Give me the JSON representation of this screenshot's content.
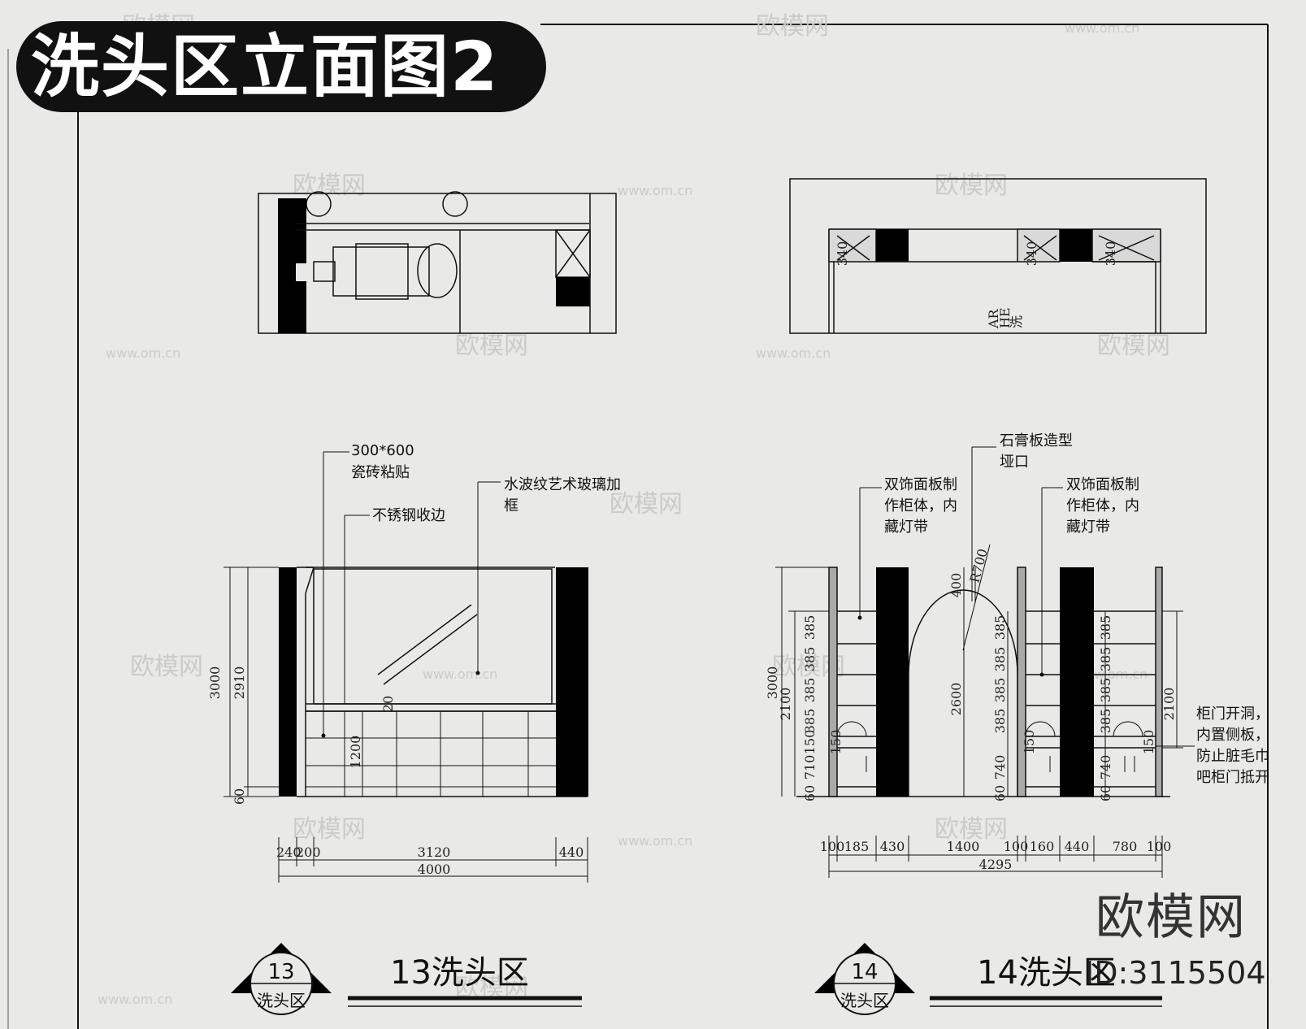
{
  "title": "洗头区立面图2",
  "watermark": {
    "brand": "欧模网",
    "url": "www.om.cn",
    "id_label": "ID:3115504"
  },
  "views": [
    {
      "number": "13",
      "area": "洗头区",
      "caption": "13洗头区",
      "annotations": [
        "300*600",
        "瓷砖粘贴",
        "不锈钢收边",
        "水波纹艺术玻璃加",
        "框"
      ],
      "dims_vertical": [
        "3000",
        "2910",
        "60",
        "1200",
        "20"
      ],
      "dims_horizontal": [
        "240",
        "200",
        "3120",
        "440",
        "4000"
      ]
    },
    {
      "number": "14",
      "area": "洗头区",
      "caption": "14洗头区",
      "annotations": [
        "石膏板造型",
        "垭口",
        "双饰面板制",
        "作柜体，内",
        "藏灯带",
        "双饰面板制",
        "作柜体，内",
        "藏灯带",
        "柜门开洞，",
        "内置侧板，",
        "防止脏毛巾",
        "吧柜门抵开"
      ],
      "dims_vertical": [
        "3000",
        "2100",
        "385",
        "385",
        "385",
        "385",
        "150",
        "710",
        "60",
        "400",
        "2600",
        "385",
        "385",
        "385",
        "385",
        "150",
        "740",
        "60",
        "385",
        "385",
        "385",
        "385",
        "150",
        "740",
        "60",
        "2100",
        "150"
      ],
      "dims_horizontal": [
        "100",
        "185",
        "430",
        "1400",
        "100",
        "160",
        "440",
        "780",
        "100",
        "4295"
      ],
      "radius_label": "R700",
      "plan_labels": [
        "340",
        "340",
        "340"
      ],
      "plan_text": [
        "洗",
        "HE",
        "AR"
      ]
    }
  ]
}
